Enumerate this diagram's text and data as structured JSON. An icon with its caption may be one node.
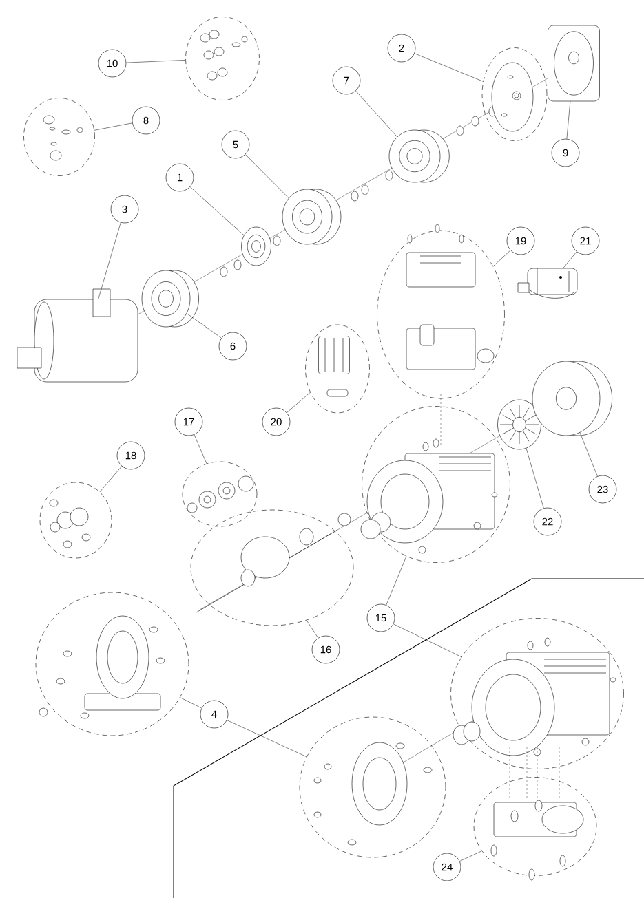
{
  "diagram": {
    "nodes": [
      {
        "text": [
          "1"
        ]
      },
      {
        "text": [
          "2"
        ]
      },
      {
        "text": [
          "3"
        ]
      },
      {
        "text": [
          "4"
        ]
      },
      {
        "text": [
          "5"
        ]
      },
      {
        "text": [
          "6"
        ]
      },
      {
        "text": [
          "7"
        ]
      },
      {
        "text": [
          "8"
        ]
      },
      {
        "text": [
          "9"
        ]
      },
      {
        "text": [
          "10"
        ]
      },
      {
        "text": [
          "15"
        ]
      },
      {
        "text": [
          "16"
        ]
      },
      {
        "text": [
          "17"
        ]
      },
      {
        "text": [
          "18"
        ]
      },
      {
        "text": [
          "19"
        ]
      },
      {
        "text": [
          "20"
        ]
      },
      {
        "text": [
          "21"
        ]
      },
      {
        "text": [
          "22"
        ]
      },
      {
        "text": [
          "23"
        ]
      },
      {
        "text": [
          "24"
        ]
      },
      {
        "text": [],
        "shape": "ellipse"
      },
      {
        "text": [],
        "shape": "ellipse"
      },
      {
        "text": [],
        "shape": "ellipse"
      },
      {
        "text": [],
        "shape": "ellipse"
      },
      {
        "text": [],
        "shape": "ellipse"
      },
      {
        "text": [],
        "shape": "ellipse"
      },
      {
        "text": [],
        "shape": "ellipse"
      },
      {
        "text": [],
        "shape": "ellipse"
      },
      {
        "text": [],
        "shape": "ellipse"
      },
      {
        "text": [],
        "shape": "ellipse"
      },
      {
        "text": [],
        "shape": "ellipse"
      },
      {
        "text": [],
        "shape": "ellipse"
      },
      {
        "text": [],
        "shape": "ellipse"
      },
      {
        "text": [],
        "shape": "picture"
      },
      {
        "text": [],
        "shape": "picture"
      },
      {
        "text": [],
        "shape": "picture"
      },
      {
        "text": [],
        "shape": "picture"
      },
      {
        "text": [],
        "shape": "picture"
      },
      {
        "text": [],
        "shape": "picture"
      },
      {
        "text": [],
        "shape": "picture"
      },
      {
        "text": [],
        "shape": "picture"
      },
      {
        "text": [],
        "shape": "picture"
      }
    ],
    "edges": [
      {
        "from": 0,
        "to": 33,
        "arrow": "none"
      },
      {
        "from": 1,
        "to": 20,
        "arrow": "none"
      },
      {
        "from": 2,
        "to": 34,
        "arrow": "none"
      },
      {
        "from": 3,
        "to": 21,
        "arrow": "none"
      },
      {
        "from": 3,
        "to": 22,
        "arrow": "none"
      },
      {
        "from": 4,
        "to": 35,
        "arrow": "none"
      },
      {
        "from": 5,
        "to": 36,
        "arrow": "none"
      },
      {
        "from": 6,
        "to": 37,
        "arrow": "none"
      },
      {
        "from": 7,
        "to": 23,
        "arrow": "none"
      },
      {
        "from": 8,
        "to": 38,
        "arrow": "none"
      },
      {
        "from": 9,
        "to": 24,
        "arrow": "none"
      },
      {
        "from": 10,
        "to": 25,
        "arrow": "none"
      },
      {
        "from": 10,
        "to": 26,
        "arrow": "none"
      },
      {
        "from": 11,
        "to": 27,
        "arrow": "none"
      },
      {
        "from": 12,
        "to": 28,
        "arrow": "none"
      },
      {
        "from": 13,
        "to": 29,
        "arrow": "none"
      },
      {
        "from": 14,
        "to": 30,
        "arrow": "none"
      },
      {
        "from": 15,
        "to": 31,
        "arrow": "none"
      },
      {
        "from": 16,
        "to": 39,
        "arrow": "none"
      },
      {
        "from": 17,
        "to": 40,
        "arrow": "none"
      },
      {
        "from": 18,
        "to": 41,
        "arrow": "none"
      },
      {
        "from": 19,
        "to": 32,
        "arrow": "none"
      }
    ]
  }
}
